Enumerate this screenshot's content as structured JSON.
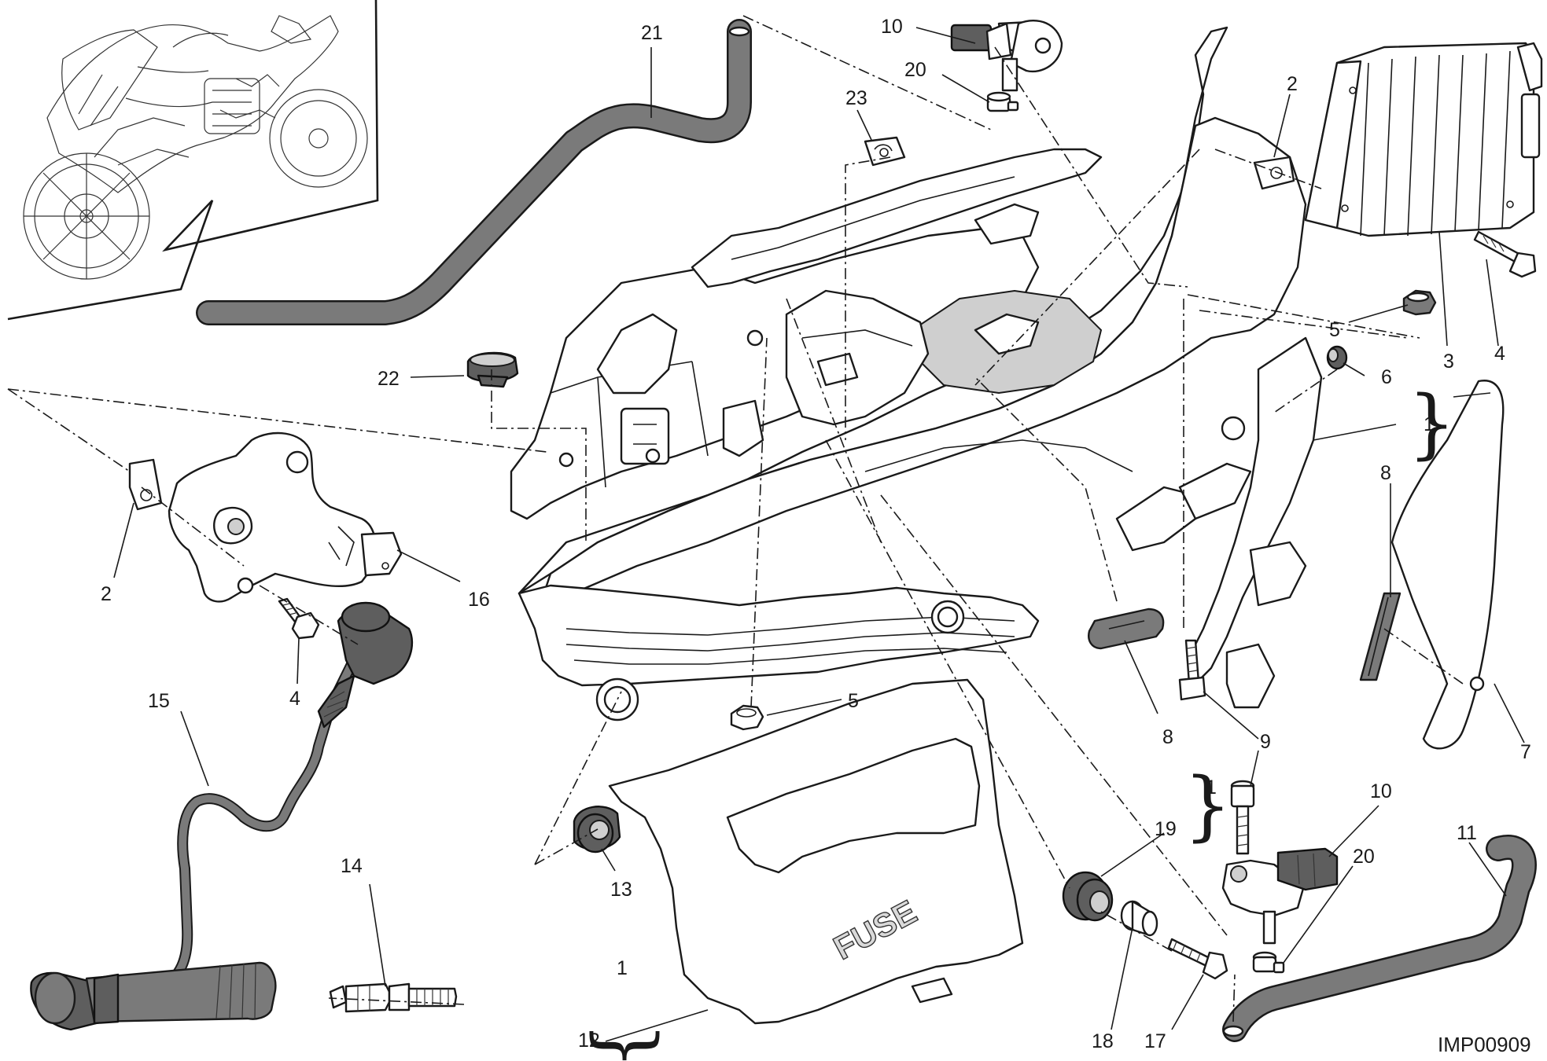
{
  "diagram": {
    "reference_code": "IMP00909",
    "cover_embossing": "FUSE",
    "callouts": {
      "c21": "21",
      "c10a": "10",
      "c20a": "20",
      "c23": "23",
      "c2a": "2",
      "c5a": "5",
      "c3": "3",
      "c4a": "4",
      "c6": "6",
      "c1a": "1",
      "c8a": "8",
      "c7": "7",
      "c22": "22",
      "c2b": "2",
      "c16": "16",
      "c4b": "4",
      "c15": "15",
      "c14": "14",
      "c5b": "5",
      "c8b": "8",
      "c1b": "1",
      "c9": "9",
      "c19": "19",
      "c10b": "10",
      "c20b": "20",
      "c11": "11",
      "c13": "13",
      "c1c": "1",
      "c12": "12",
      "c18": "18",
      "c17": "17"
    }
  }
}
